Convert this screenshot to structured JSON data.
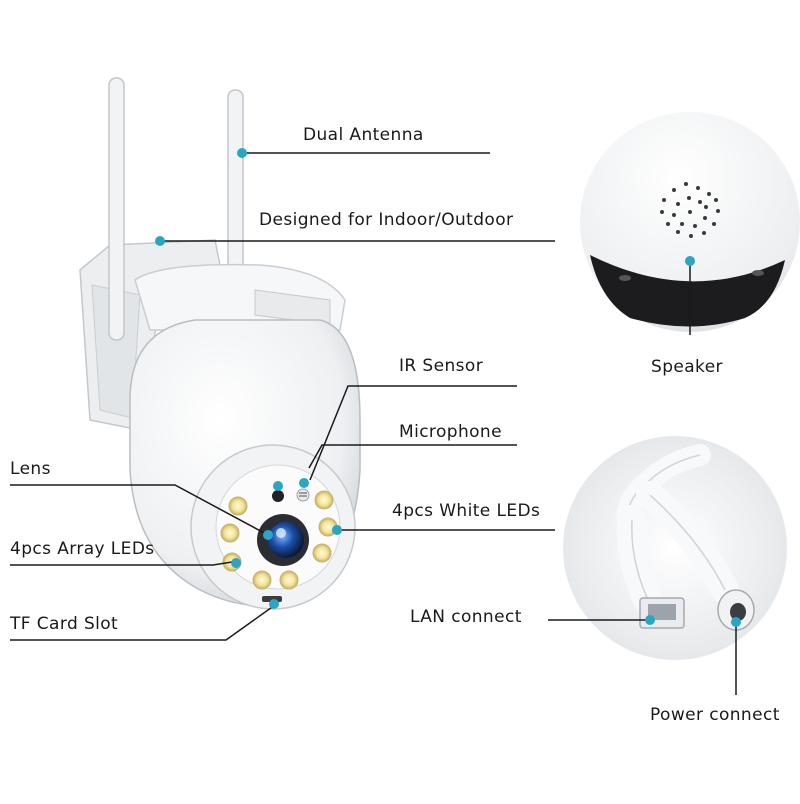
{
  "callouts": {
    "dual_antenna": "Dual Antenna",
    "indoor_outdoor": "Designed for Indoor/Outdoor",
    "ir_sensor": "IR Sensor",
    "microphone": "Microphone",
    "white_leds": "4pcs White LEDs",
    "lens": "Lens",
    "array_leds": "4pcs Array LEDs",
    "tf_card_slot": "TF Card Slot",
    "speaker": "Speaker",
    "lan_connect": "LAN connect",
    "power_connect": "Power connect"
  },
  "colors": {
    "callout_dot": "#2aa6c4",
    "leader_line": "#1a1a1a",
    "body": "#f4f5f6",
    "lens": "#1c4fa8"
  }
}
